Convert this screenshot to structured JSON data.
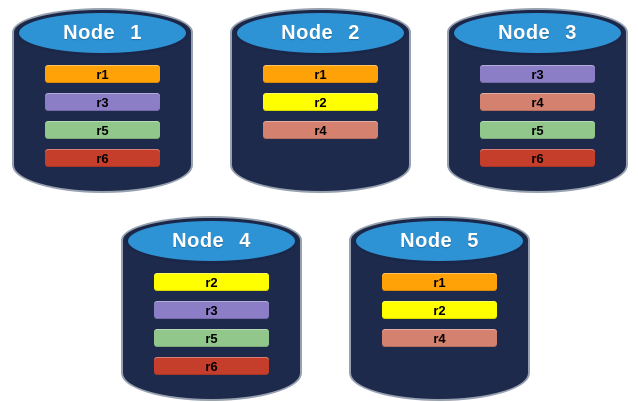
{
  "colors": {
    "background": "#FFFFFF",
    "cylinder_body": "#1E2A4B",
    "cylinder_outline": "#97A1B0",
    "cylinder_top": "#2E93D5",
    "cylinder_top_border": "#1B2749",
    "title_text": "#FFFFFF",
    "bar_text": "#000000",
    "replicas": {
      "r1": "#FFA208",
      "r2": "#FFFF00",
      "r3": "#8B7EC6",
      "r4": "#D4816F",
      "r5": "#92C78C",
      "r6": "#C53E2C"
    }
  },
  "nodes": [
    {
      "label": "Node 1",
      "replicas": [
        "r1",
        "r3",
        "r5",
        "r6"
      ]
    },
    {
      "label": "Node 2",
      "replicas": [
        "r1",
        "r2",
        "r4"
      ]
    },
    {
      "label": "Node 3",
      "replicas": [
        "r3",
        "r4",
        "r5",
        "r6"
      ]
    },
    {
      "label": "Node 4",
      "replicas": [
        "r2",
        "r3",
        "r5",
        "r6"
      ]
    },
    {
      "label": "Node 5",
      "replicas": [
        "r1",
        "r2",
        "r4"
      ]
    }
  ]
}
